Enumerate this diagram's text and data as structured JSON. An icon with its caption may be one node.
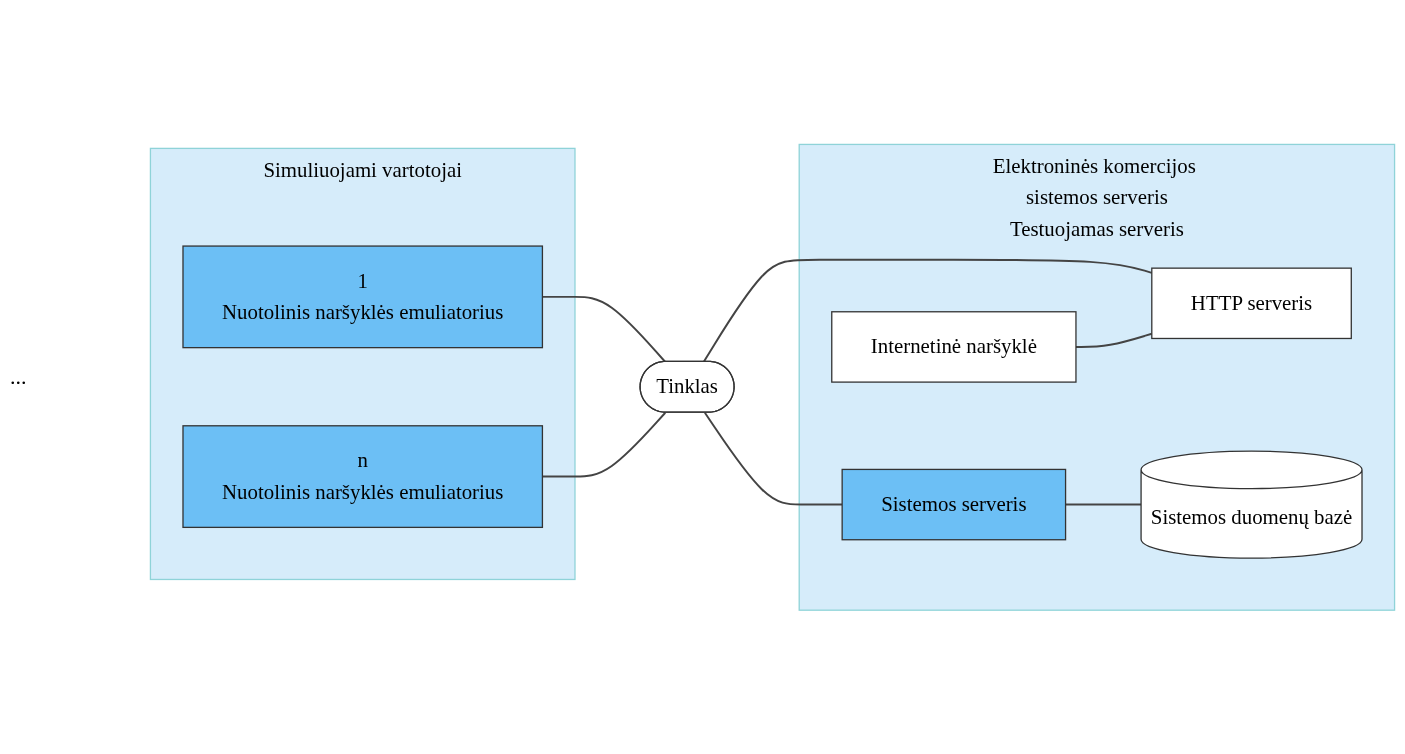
{
  "diagram": {
    "nodes": [
      {
        "text": [
          "Simuliuojami vartotojai"
        ]
      },
      {
        "text": [
          "1",
          "Nuotolinis naršyklės emuliatorius"
        ],
        "in": 0
      },
      {
        "text": [
          "n",
          "Nuotolinis naršyklės emuliatorius"
        ],
        "in": 0
      },
      {
        "text": [
          "Tinklas"
        ]
      },
      {
        "text": [
          "Elektroninės komercijos sistemos serveris",
          "Testuojamas serveris"
        ]
      },
      {
        "text": [
          "Internetinė naršyklė"
        ],
        "in": 4
      },
      {
        "text": [
          "HTTP serveris"
        ],
        "in": 4
      },
      {
        "text": [
          "Sistemos duomenų bazė"
        ],
        "in": 4
      },
      {
        "text": [
          "Sistemos serveris"
        ],
        "in": 4
      }
    ],
    "edges": [
      {
        "from": 1,
        "to": 3,
        "arrow": "none"
      },
      {
        "from": 2,
        "to": 3,
        "arrow": "none"
      },
      {
        "from": 3,
        "to": 6,
        "arrow": "none"
      },
      {
        "from": 3,
        "to": 8,
        "arrow": "none"
      },
      {
        "from": 5,
        "to": 6,
        "arrow": "none"
      },
      {
        "from": 8,
        "to": 7,
        "arrow": "none"
      }
    ],
    "labels": [
      "..."
    ]
  }
}
